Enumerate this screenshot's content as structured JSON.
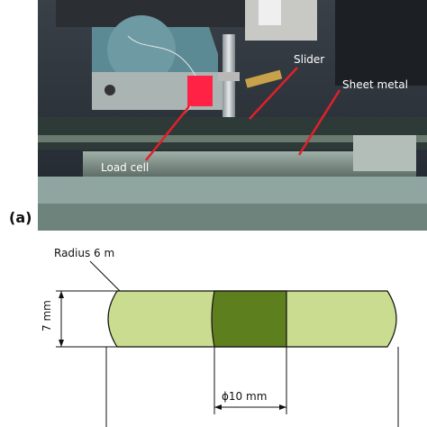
{
  "figure": {
    "panel_label": "(a)",
    "photo_labels": {
      "slider": "Slider",
      "sheet_metal": "Sheet metal",
      "load_cell": "Load cell"
    },
    "diagram_labels": {
      "radius": "Radius 6 m",
      "height": "7 mm",
      "width": "ϕ10 mm"
    },
    "colors": {
      "specimen_light": "#c9dc8f",
      "specimen_dark": "#5e7f1d",
      "arrow": "#e0202a",
      "load_cell": "#ff2244"
    }
  }
}
